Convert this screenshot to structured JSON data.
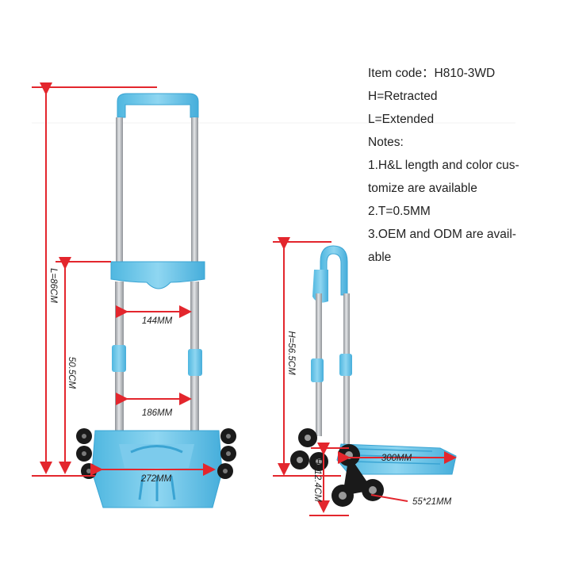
{
  "spec": {
    "item_code": "Item code：H810-3WD",
    "h_note": "H=Retracted",
    "l_note": "L=Extended",
    "notes_heading": "Notes:",
    "note1_line1": "1.H&L length and color cus-",
    "note1_line2": "tomize are available",
    "note2": "2.T=0.5MM",
    "note3_line1": "3.OEM and ODM are avail-",
    "note3_line2": "able"
  },
  "dimensions": {
    "length_extended": "L=86CM",
    "height_lower": "50.5CM",
    "width_handle": "144MM",
    "width_frame": "186MM",
    "width_base": "272MM",
    "height_retracted": "H=56.5CM",
    "base_depth": "300MM",
    "wheel_height": "H=12.4CM",
    "wheel_size": "55*21MM"
  },
  "colors": {
    "plastic_blue": "#5fc3e8",
    "dimension_red": "#e3262d",
    "tube_gray": "#b9bcc0"
  }
}
